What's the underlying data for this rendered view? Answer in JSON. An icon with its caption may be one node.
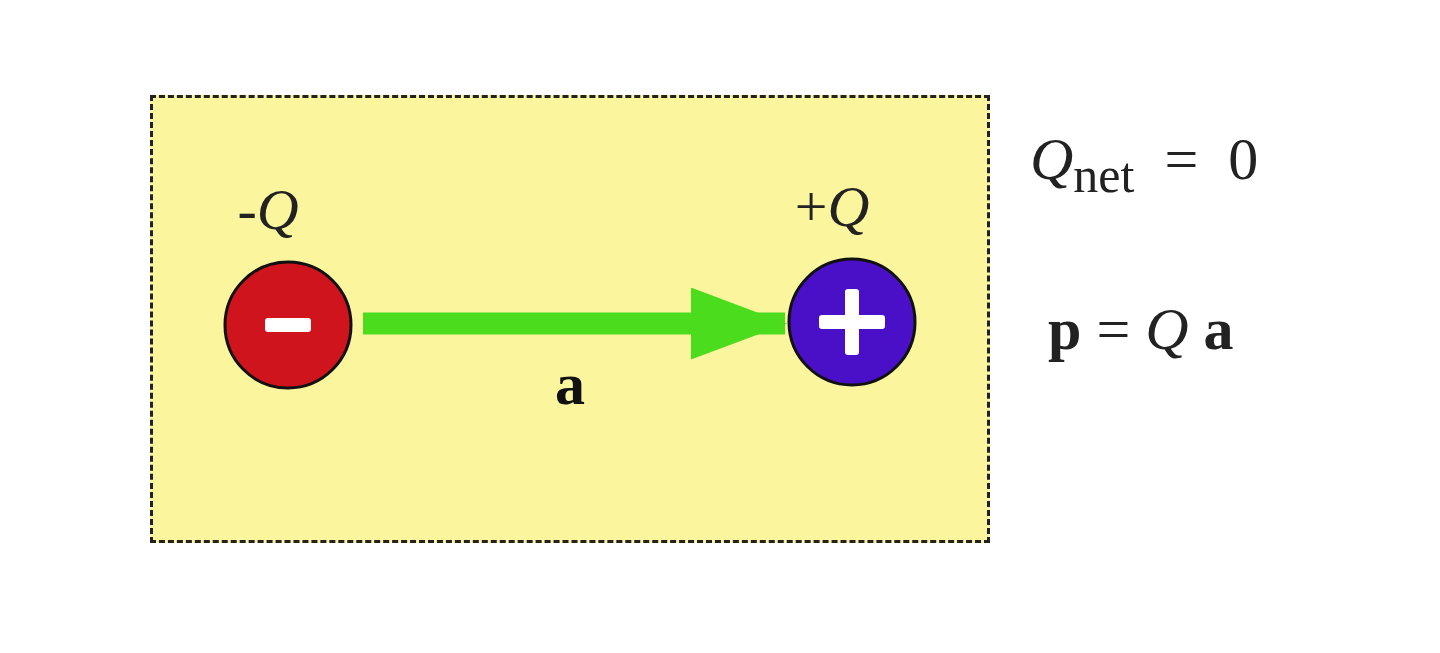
{
  "diagram": {
    "nodes": [
      {
        "text": [],
        "shape": "box"
      },
      {
        "text": [
          "-*Q*"
        ],
        "in": 0
      },
      {
        "text": [
          "+*Q*"
        ],
        "in": 0
      }
    ],
    "edges": [
      {
        "from": 1,
        "to": 2,
        "arrow": "to",
        "label": "a",
        "color": "#4cdc1e"
      }
    ],
    "labels": [
      "*Q*$_{net}$  =  0",
      "**p** = *Q* **a**"
    ]
  }
}
